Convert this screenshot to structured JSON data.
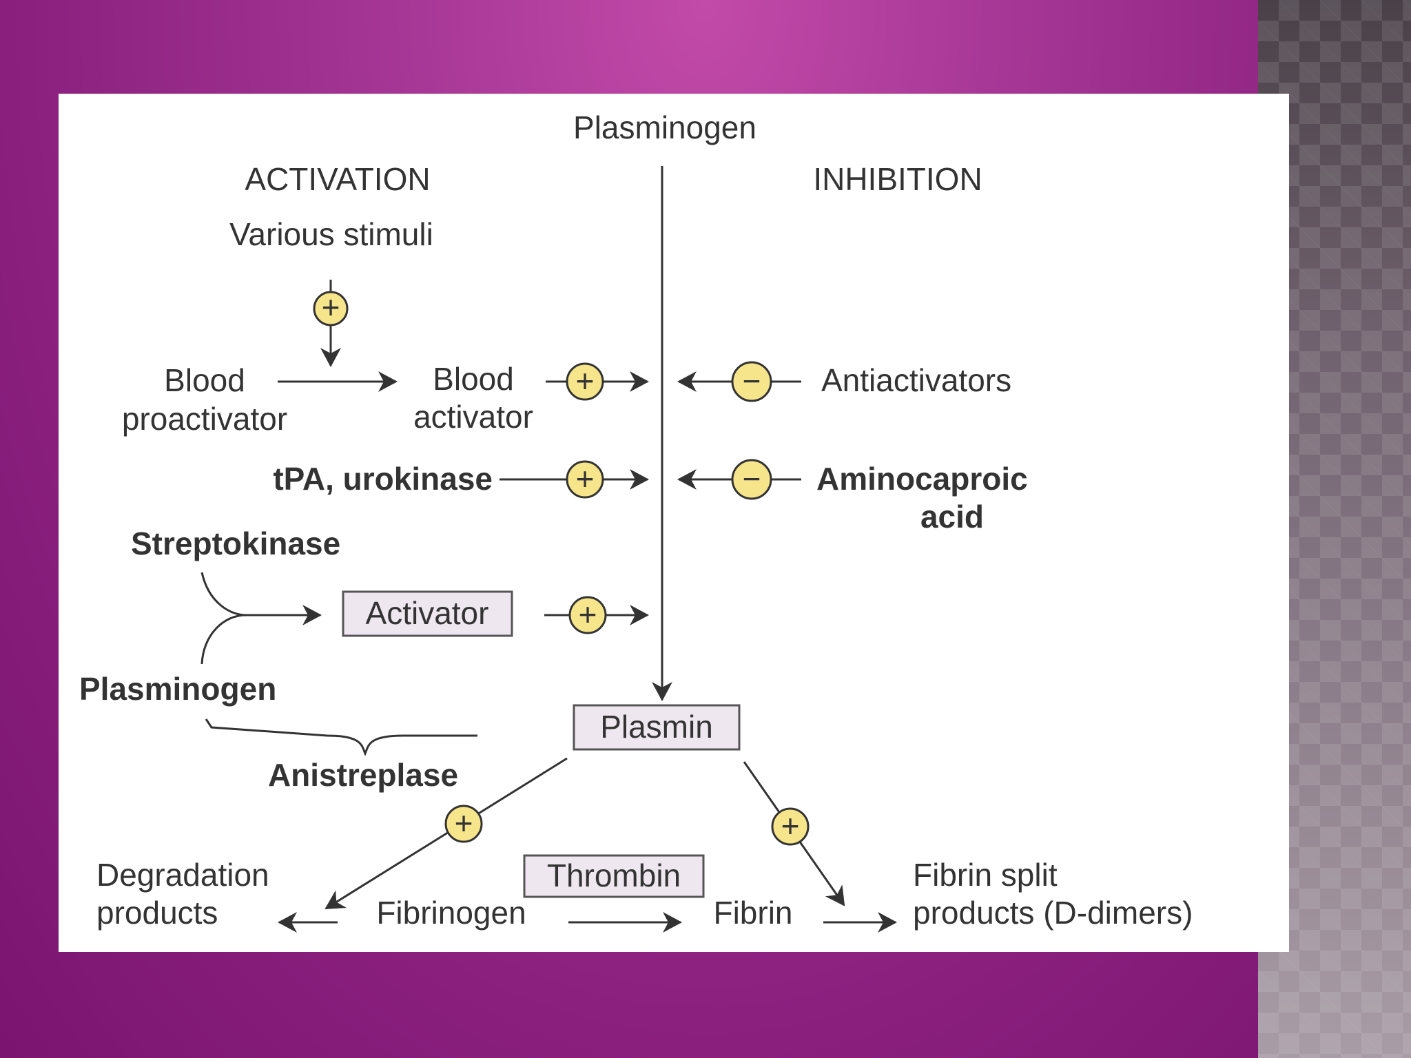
{
  "diagram": {
    "top_node": "Plasminogen",
    "activation_header": "ACTIVATION",
    "inhibition_header": "INHIBITION",
    "various_stimuli": "Various stimuli",
    "blood_proactivator_1": "Blood",
    "blood_proactivator_2": "proactivator",
    "blood_activator_1": "Blood",
    "blood_activator_2": "activator",
    "antiactivators": "Antiactivators",
    "tpa_urokinase": "tPA, urokinase",
    "aminocaproic_1": "Aminocaproic",
    "aminocaproic_2": "acid",
    "streptokinase": "Streptokinase",
    "activator_box": "Activator",
    "plasminogen_left": "Plasminogen",
    "anistreplase": "Anistreplase",
    "plasmin_box": "Plasmin",
    "thrombin_box": "Thrombin",
    "degradation_1": "Degradation",
    "degradation_2": "products",
    "fibrinogen": "Fibrinogen",
    "fibrin": "Fibrin",
    "fibrin_split_1": "Fibrin split",
    "fibrin_split_2": "products (D-dimers)",
    "plus_sign": "+",
    "minus_sign": "−"
  }
}
